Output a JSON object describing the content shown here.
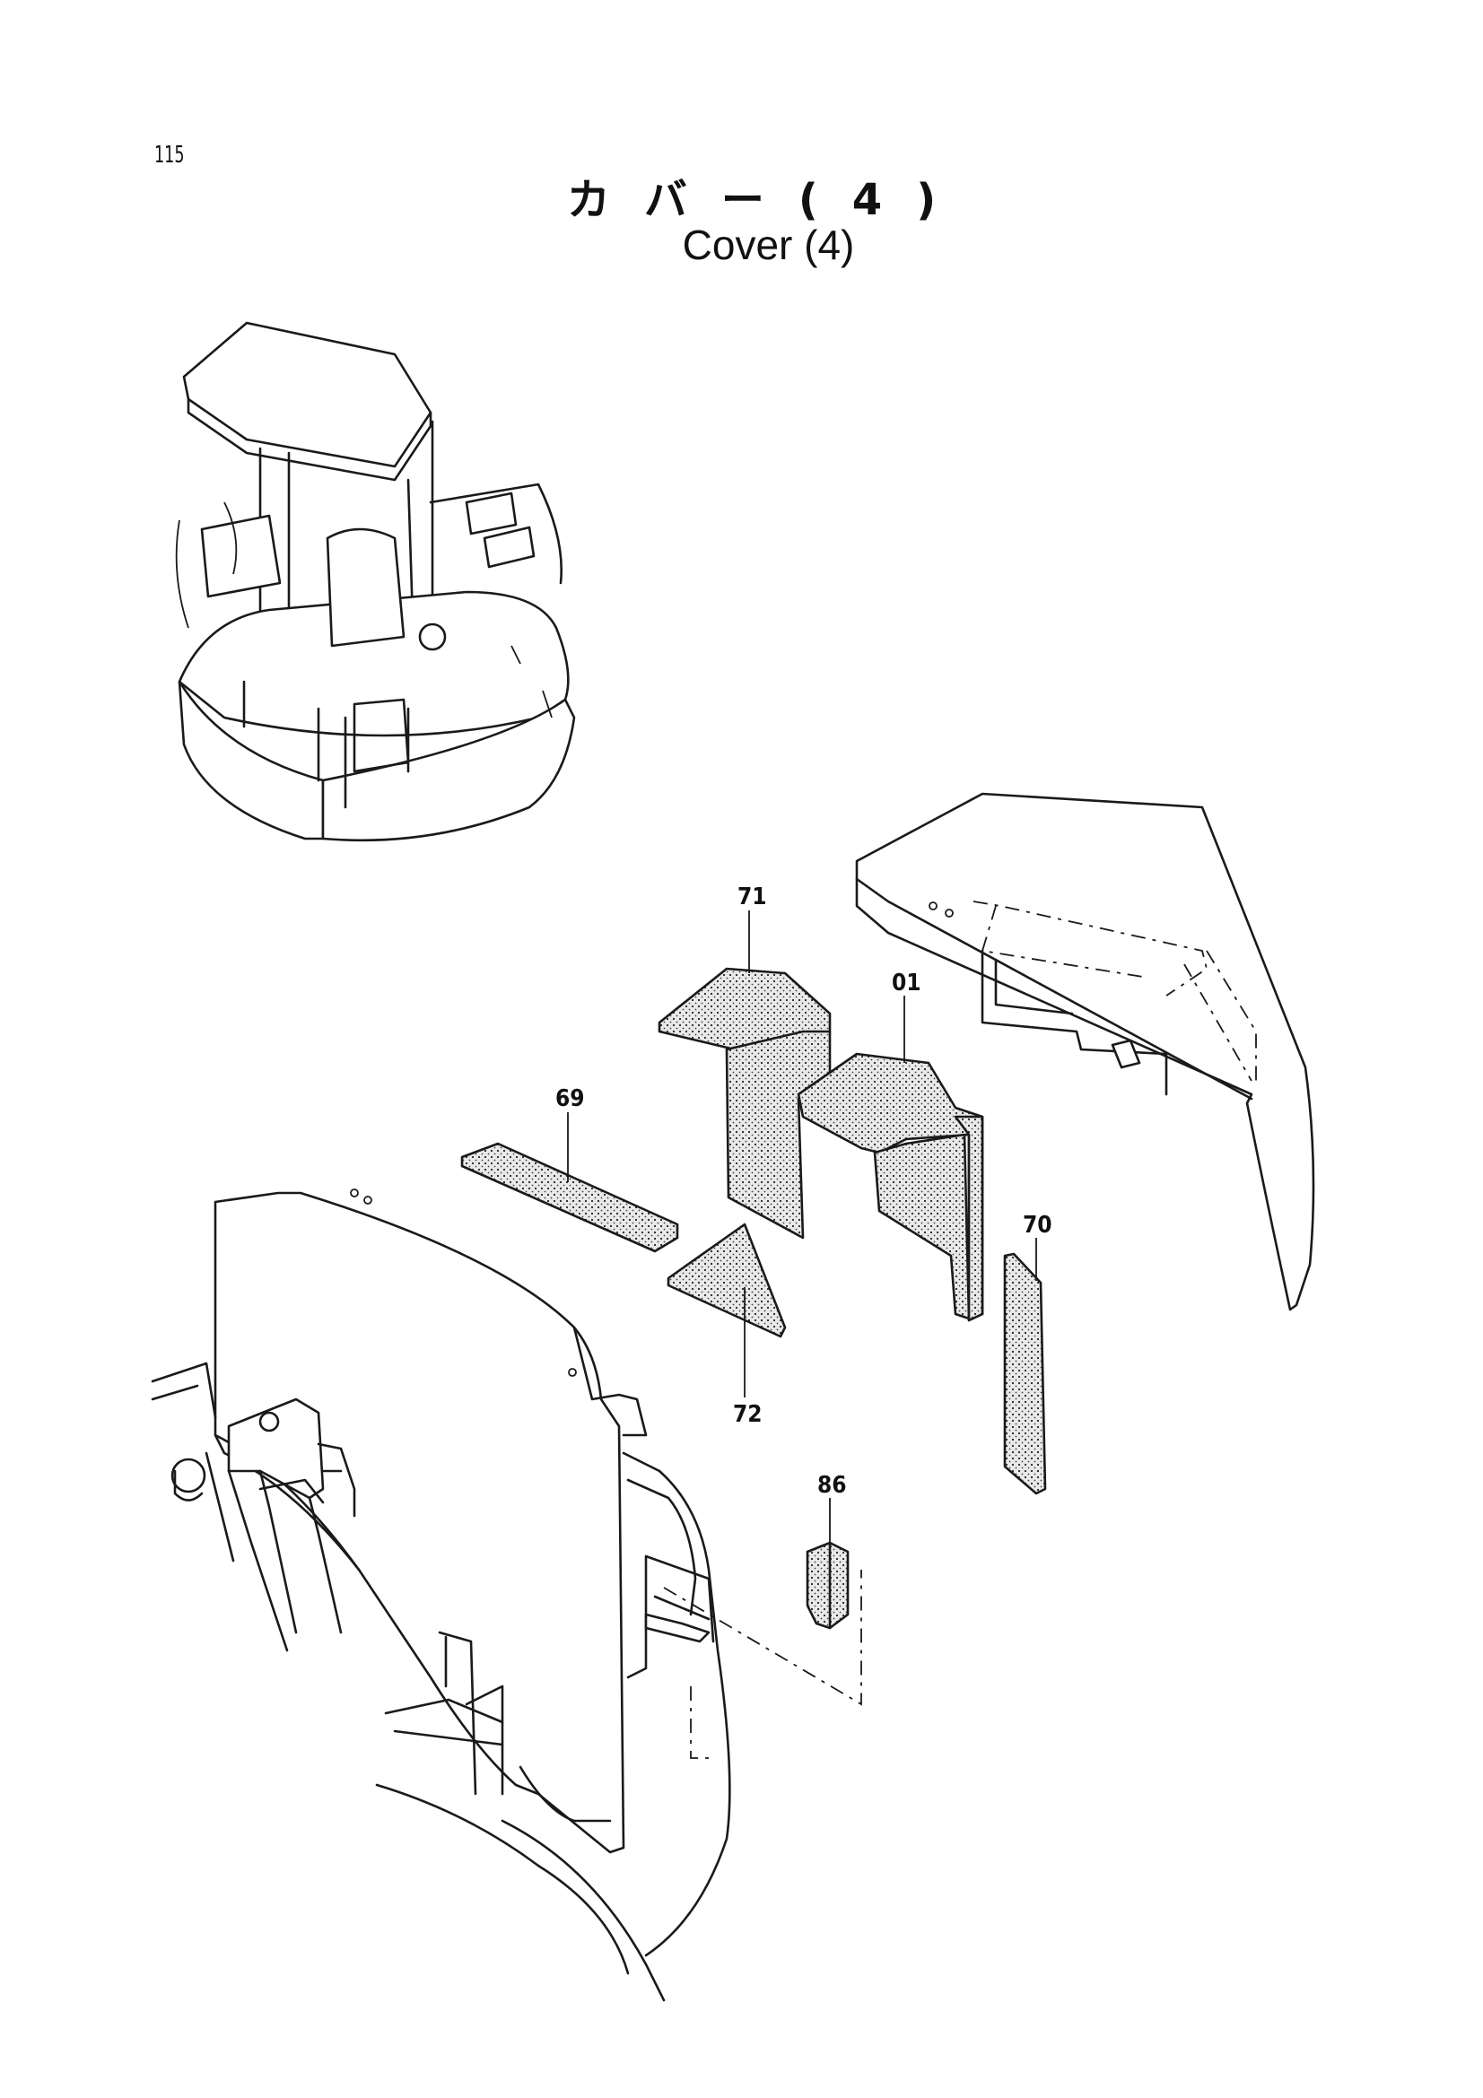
{
  "page": {
    "number": "115",
    "title_jp": "カバー(4)",
    "title_en": "Cover (4)"
  },
  "callouts": [
    {
      "id": "71",
      "label": "71"
    },
    {
      "id": "01",
      "label": "01"
    },
    {
      "id": "69",
      "label": "69"
    },
    {
      "id": "70",
      "label": "70"
    },
    {
      "id": "72",
      "label": "72"
    },
    {
      "id": "86",
      "label": "86"
    }
  ]
}
